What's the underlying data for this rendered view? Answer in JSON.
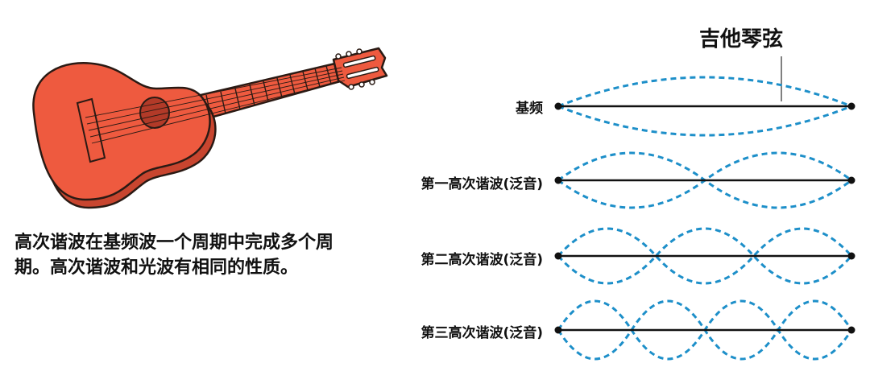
{
  "caption": "高次谐波在基频波一个周期中完成多个周期。高次谐波和光波有相同的性质。",
  "string_title": "吉他琴弦",
  "waves": [
    {
      "label": "基频",
      "loops": 1
    },
    {
      "label": "第一高次谐波(泛音)",
      "loops": 2
    },
    {
      "label": "第二高次谐波(泛音)",
      "loops": 3
    },
    {
      "label": "第三高次谐波(泛音)",
      "loops": 4
    }
  ],
  "colors": {
    "guitar_body": "#ee5a3f",
    "guitar_body_shade": "#c8452f",
    "guitar_outline": "#2a1a14",
    "sound_hole": "#b23a28",
    "string_line": "#111111",
    "wave_dash": "#1d8fc9"
  },
  "icons": {
    "guitar": "guitar-illustration"
  }
}
